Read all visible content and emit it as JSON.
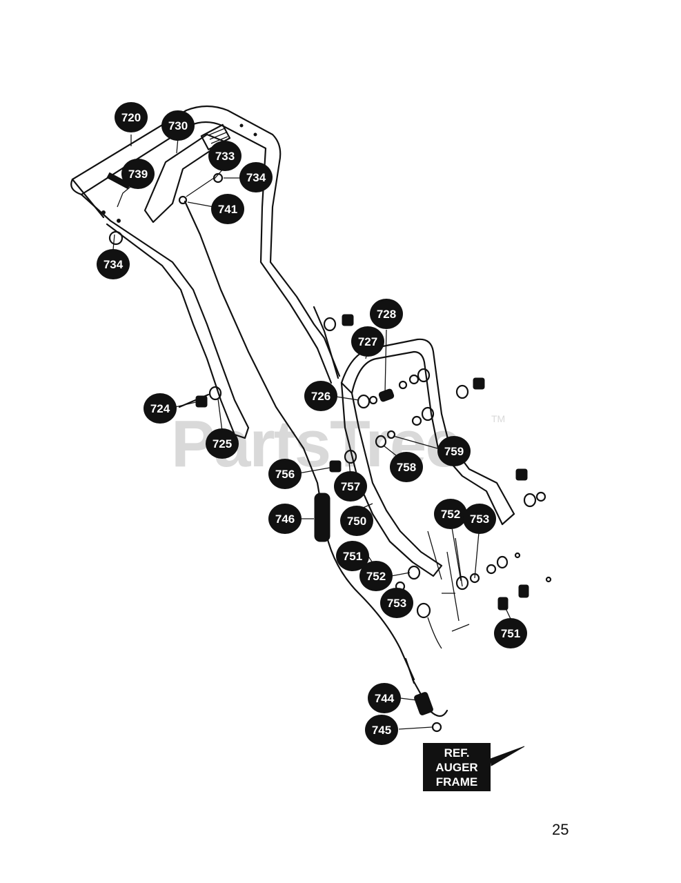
{
  "watermark": {
    "text": "PartsTree",
    "tm": "TM"
  },
  "reference": {
    "line1": "REF.",
    "line2": "AUGER",
    "line3": "FRAME"
  },
  "page_number": "25",
  "callouts": [
    {
      "id": "720",
      "label": "720"
    },
    {
      "id": "730",
      "label": "730"
    },
    {
      "id": "733",
      "label": "733"
    },
    {
      "id": "734a",
      "label": "734"
    },
    {
      "id": "739",
      "label": "739"
    },
    {
      "id": "741",
      "label": "741"
    },
    {
      "id": "734b",
      "label": "734"
    },
    {
      "id": "728",
      "label": "728"
    },
    {
      "id": "727",
      "label": "727"
    },
    {
      "id": "726",
      "label": "726"
    },
    {
      "id": "724",
      "label": "724"
    },
    {
      "id": "725",
      "label": "725"
    },
    {
      "id": "759",
      "label": "759"
    },
    {
      "id": "758",
      "label": "758"
    },
    {
      "id": "756",
      "label": "756"
    },
    {
      "id": "757",
      "label": "757"
    },
    {
      "id": "746",
      "label": "746"
    },
    {
      "id": "750",
      "label": "750"
    },
    {
      "id": "752a",
      "label": "752"
    },
    {
      "id": "753a",
      "label": "753"
    },
    {
      "id": "751a",
      "label": "751"
    },
    {
      "id": "752b",
      "label": "752"
    },
    {
      "id": "753b",
      "label": "753"
    },
    {
      "id": "751b",
      "label": "751"
    },
    {
      "id": "744",
      "label": "744"
    },
    {
      "id": "745",
      "label": "745"
    }
  ]
}
